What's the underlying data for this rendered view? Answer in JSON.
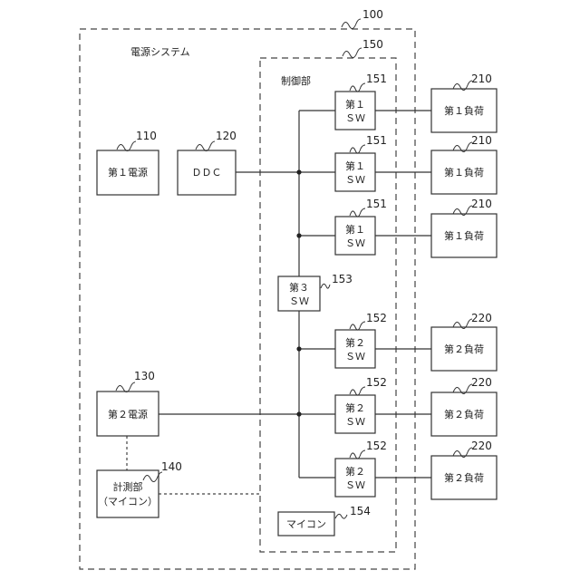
{
  "system": {
    "label": "電源システム",
    "ref": "100"
  },
  "controller": {
    "label": "制御部",
    "ref": "150"
  },
  "power1": {
    "label": "第１電源",
    "ref": "110"
  },
  "ddc": {
    "label": "ＤＤＣ",
    "ref": "120"
  },
  "power2": {
    "label": "第２電源",
    "ref": "130"
  },
  "meter": {
    "line1": "計測部",
    "line2": "（マイコン）",
    "ref": "140"
  },
  "sw1": [
    {
      "line1": "第１",
      "line2": "ＳＷ",
      "ref": "151"
    },
    {
      "line1": "第１",
      "line2": "ＳＷ",
      "ref": "151"
    },
    {
      "line1": "第１",
      "line2": "ＳＷ",
      "ref": "151"
    }
  ],
  "sw3": {
    "line1": "第３",
    "line2": "ＳＷ",
    "ref": "153"
  },
  "sw2": [
    {
      "line1": "第２",
      "line2": "ＳＷ",
      "ref": "152"
    },
    {
      "line1": "第２",
      "line2": "ＳＷ",
      "ref": "152"
    },
    {
      "line1": "第２",
      "line2": "ＳＷ",
      "ref": "152"
    }
  ],
  "micro": {
    "label": "マイコン",
    "ref": "154"
  },
  "load1": [
    {
      "label": "第１負荷",
      "ref": "210"
    },
    {
      "label": "第１負荷",
      "ref": "210"
    },
    {
      "label": "第１負荷",
      "ref": "210"
    }
  ],
  "load2": [
    {
      "label": "第２負荷",
      "ref": "220"
    },
    {
      "label": "第２負荷",
      "ref": "220"
    },
    {
      "label": "第２負荷",
      "ref": "220"
    }
  ]
}
